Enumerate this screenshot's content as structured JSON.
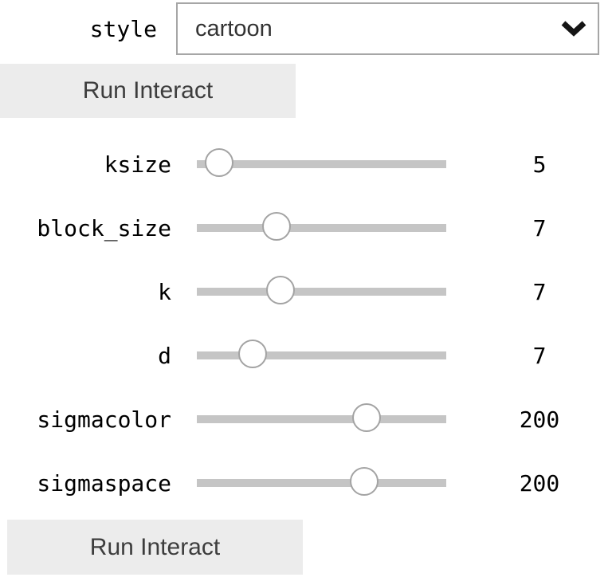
{
  "select_row": {
    "label": "style",
    "value": "cartoon"
  },
  "buttons": {
    "run_interact_top": "Run Interact",
    "run_interact_bottom": "Run Interact"
  },
  "sliders": [
    {
      "label": "ksize",
      "value": "5",
      "handle_pct": 9
    },
    {
      "label": "block_size",
      "value": "7",
      "handle_pct": 32
    },
    {
      "label": "k",
      "value": "7",
      "handle_pct": 33.5
    },
    {
      "label": "d",
      "value": "7",
      "handle_pct": 22.4
    },
    {
      "label": "sigmacolor",
      "value": "200",
      "handle_pct": 68
    },
    {
      "label": "sigmaspace",
      "value": "200",
      "handle_pct": 67
    }
  ],
  "icons": {
    "chevron_down": "chevron-down-icon"
  },
  "colors": {
    "track": "#c5c5c5",
    "handle_border": "#a3a3a3",
    "handle_fill": "#ffffff",
    "button_bg": "#ececec",
    "button_text": "#3d3d3d",
    "select_border": "#a6a6a6",
    "select_text": "#333333",
    "label_text": "#000000",
    "background": "#ffffff"
  }
}
